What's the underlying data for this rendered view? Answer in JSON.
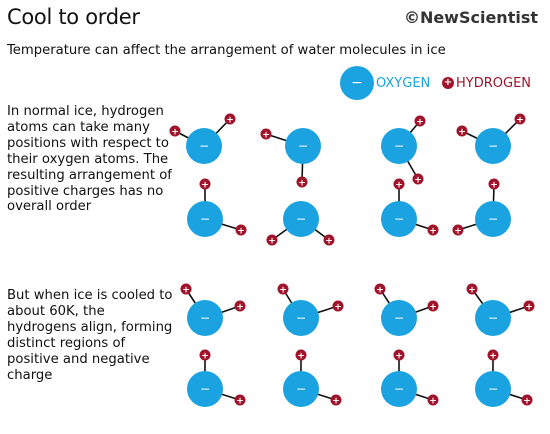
{
  "header": {
    "title": "Cool to order",
    "brand": "©NewScientist",
    "subtitle": "Temperature can affect the arrangement of water molecules in ice"
  },
  "legend": {
    "oxygen_label": "OXYGEN",
    "hydrogen_label": "HYDROGEN",
    "oxygen_sign": "−",
    "hydrogen_sign": "+"
  },
  "paragraphs": {
    "disordered": "In normal ice, hydrogen atoms can take many positions with respect to their oxygen atoms. The resulting arrangement of positive charges has no overall order",
    "ordered": "But when ice is cooled to about 60K, the hydrogens align, forming distinct regions of positive and negative charge"
  },
  "colors": {
    "oxygen": "#1aa3e0",
    "hydrogen": "#a0142b",
    "bond": "#111111"
  }
}
